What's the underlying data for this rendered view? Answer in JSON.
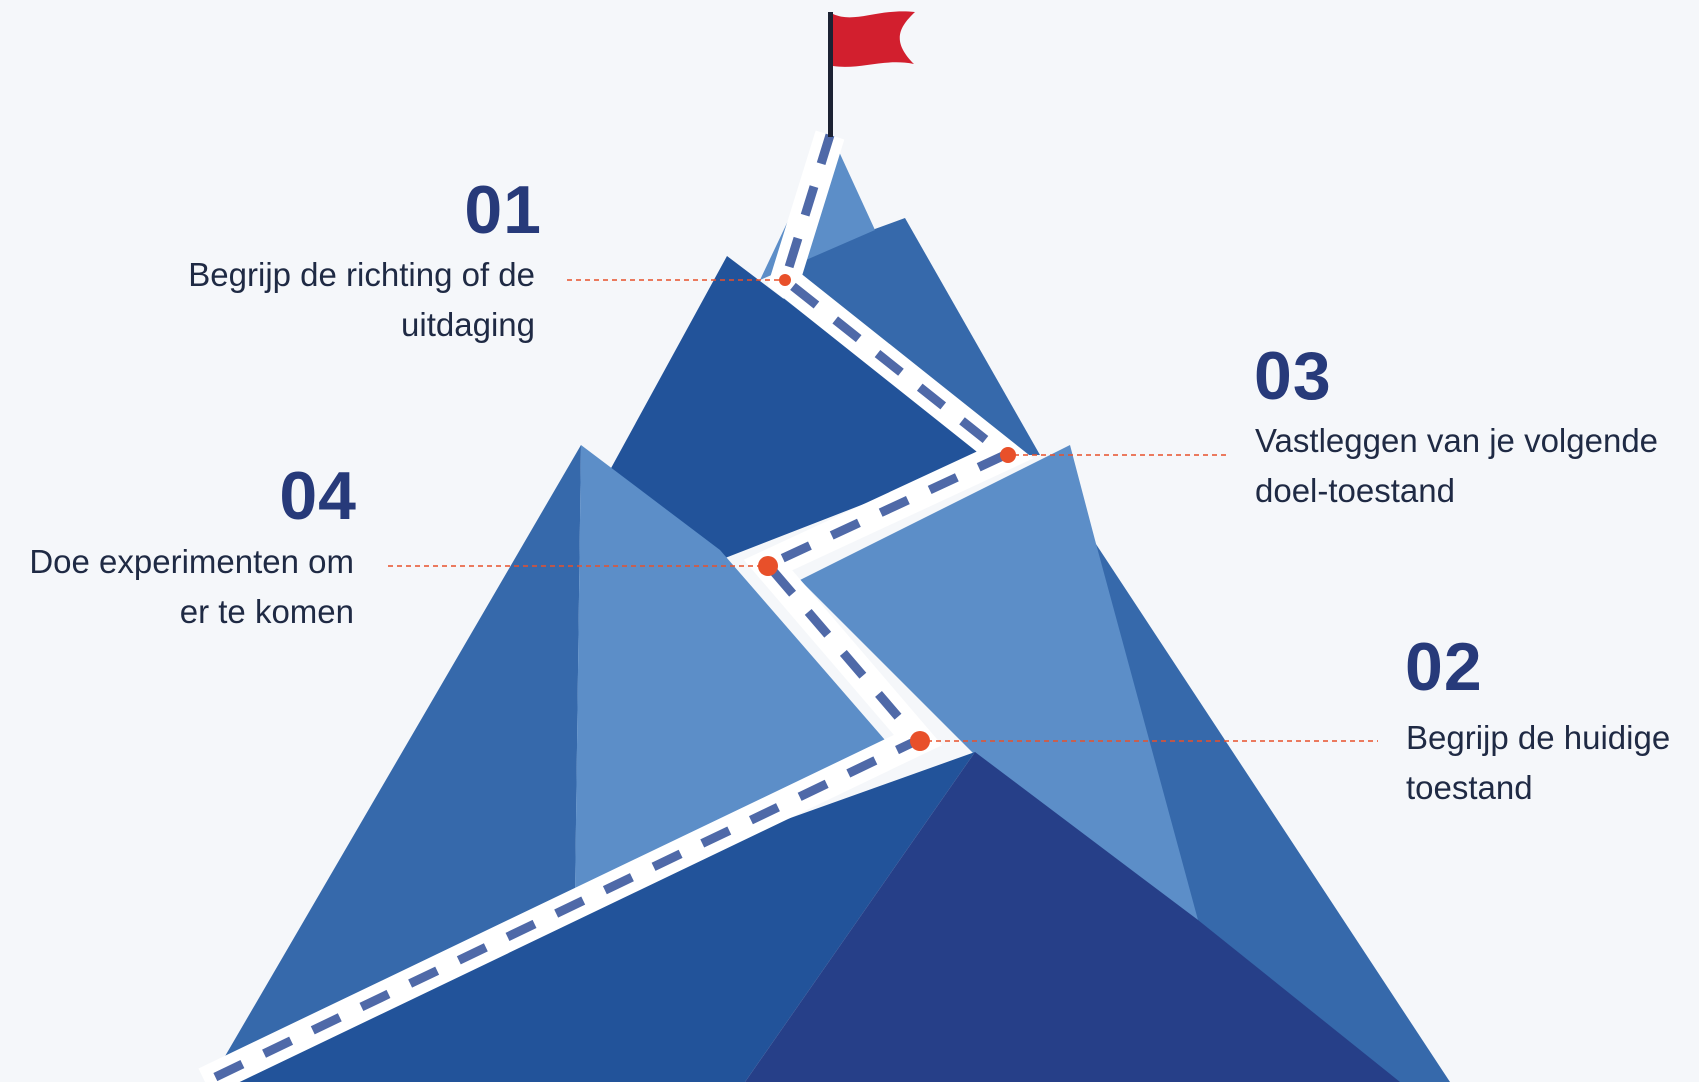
{
  "steps": [
    {
      "number": "01",
      "text": "Begrijp de richting of de uitdaging"
    },
    {
      "number": "02",
      "text": "Begrijp de huidige toestand"
    },
    {
      "number": "03",
      "text": "Vastleggen van je volgende doel-toestand"
    },
    {
      "number": "04",
      "text": "Doe experimenten om er te komen"
    }
  ],
  "colors": {
    "background": "#f5f7fa",
    "number": "#273a7a",
    "text": "#1f2a44",
    "flag": "#d21f2e",
    "marker": "#e8502a",
    "mountain_light": "#5c8ec8",
    "mountain_mid": "#3669ab",
    "mountain_dark": "#22539a",
    "mountain_darkest": "#263f88",
    "path": "#ffffff",
    "path_dash": "#4f69a8"
  }
}
